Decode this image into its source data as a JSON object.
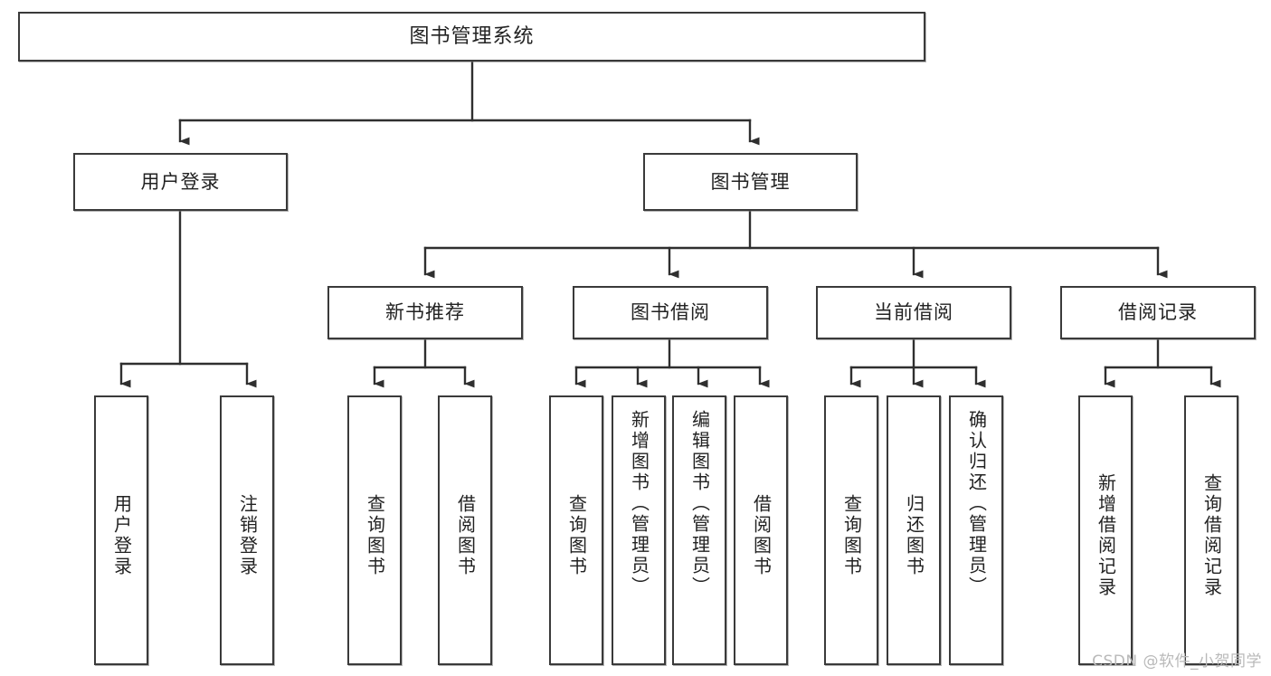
{
  "diagram": {
    "title": "图书管理系统",
    "type": "tree",
    "orientation": "top-down",
    "colors": {
      "box_border": "#3a3a3a",
      "box_fill": "#ffffff",
      "connector": "#2f2f2f",
      "text": "#222222",
      "watermark": "#b9b9b9"
    },
    "root": {
      "label": "图书管理系统"
    },
    "level2": [
      {
        "label": "用户登录"
      },
      {
        "label": "图书管理"
      }
    ],
    "level3": [
      {
        "label": "新书推荐"
      },
      {
        "label": "图书借阅"
      },
      {
        "label": "当前借阅"
      },
      {
        "label": "借阅记录"
      }
    ],
    "leaves": [
      {
        "label": "用户登录",
        "parent": "用户登录"
      },
      {
        "label": "注销登录",
        "parent": "用户登录"
      },
      {
        "label": "查询图书",
        "parent": "新书推荐"
      },
      {
        "label": "借阅图书",
        "parent": "新书推荐"
      },
      {
        "label": "查询图书",
        "parent": "图书借阅"
      },
      {
        "label": "新增图书（管理员）",
        "parent": "图书借阅"
      },
      {
        "label": "编辑图书（管理员）",
        "parent": "图书借阅"
      },
      {
        "label": "借阅图书",
        "parent": "图书借阅"
      },
      {
        "label": "查询图书",
        "parent": "当前借阅"
      },
      {
        "label": "归还图书",
        "parent": "当前借阅"
      },
      {
        "label": "确认归还（管理员）",
        "parent": "当前借阅"
      },
      {
        "label": "新增借阅记录",
        "parent": "借阅记录"
      },
      {
        "label": "查询借阅记录",
        "parent": "借阅记录"
      }
    ]
  },
  "watermark": {
    "text": "CSDN @软件_小贺同学"
  }
}
